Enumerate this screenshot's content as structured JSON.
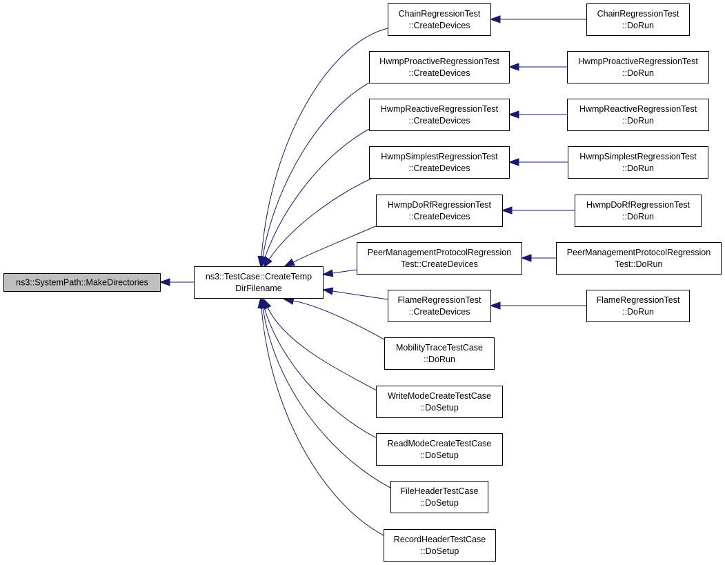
{
  "colors": {
    "edge": "#191970",
    "node_border": "#000000",
    "node_fill": "#ffffff",
    "root_fill": "#bfbfbf",
    "text": "#000000"
  },
  "nodes": {
    "make_directories": {
      "lines": [
        "ns3::SystemPath::MakeDirectories"
      ]
    },
    "create_temp_dir_filename": {
      "lines": [
        "ns3::TestCase::CreateTemp",
        "DirFilename"
      ]
    },
    "chain_create": {
      "lines": [
        "ChainRegressionTest",
        "::CreateDevices"
      ]
    },
    "proactive_create": {
      "lines": [
        "HwmpProactiveRegressionTest",
        "::CreateDevices"
      ]
    },
    "reactive_create": {
      "lines": [
        "HwmpReactiveRegressionTest",
        "::CreateDevices"
      ]
    },
    "simplest_create": {
      "lines": [
        "HwmpSimplestRegressionTest",
        "::CreateDevices"
      ]
    },
    "dorf_create": {
      "lines": [
        "HwmpDoRfRegressionTest",
        "::CreateDevices"
      ]
    },
    "peer_create": {
      "lines": [
        "PeerManagementProtocolRegression",
        "Test::CreateDevices"
      ]
    },
    "flame_create": {
      "lines": [
        "FlameRegressionTest",
        "::CreateDevices"
      ]
    },
    "mobility_dorun": {
      "lines": [
        "MobilityTraceTestCase",
        "::DoRun"
      ]
    },
    "writemode_dosetup": {
      "lines": [
        "WriteModeCreateTestCase",
        "::DoSetup"
      ]
    },
    "readmode_dosetup": {
      "lines": [
        "ReadModeCreateTestCase",
        "::DoSetup"
      ]
    },
    "fileheader_dosetup": {
      "lines": [
        "FileHeaderTestCase",
        "::DoSetup"
      ]
    },
    "recordheader_dosetup": {
      "lines": [
        "RecordHeaderTestCase",
        "::DoSetup"
      ]
    },
    "chain_dorun": {
      "lines": [
        "ChainRegressionTest",
        "::DoRun"
      ]
    },
    "proactive_dorun": {
      "lines": [
        "HwmpProactiveRegressionTest",
        "::DoRun"
      ]
    },
    "reactive_dorun": {
      "lines": [
        "HwmpReactiveRegressionTest",
        "::DoRun"
      ]
    },
    "simplest_dorun": {
      "lines": [
        "HwmpSimplestRegressionTest",
        "::DoRun"
      ]
    },
    "dorf_dorun": {
      "lines": [
        "HwmpDoRfRegressionTest",
        "::DoRun"
      ]
    },
    "peer_dorun": {
      "lines": [
        "PeerManagementProtocolRegression",
        "Test::DoRun"
      ]
    },
    "flame_dorun": {
      "lines": [
        "FlameRegressionTest",
        "::DoRun"
      ]
    }
  },
  "edges": [
    {
      "from": "create_temp_dir_filename",
      "to": "make_directories"
    },
    {
      "from": "chain_create",
      "to": "create_temp_dir_filename"
    },
    {
      "from": "proactive_create",
      "to": "create_temp_dir_filename"
    },
    {
      "from": "reactive_create",
      "to": "create_temp_dir_filename"
    },
    {
      "from": "simplest_create",
      "to": "create_temp_dir_filename"
    },
    {
      "from": "dorf_create",
      "to": "create_temp_dir_filename"
    },
    {
      "from": "peer_create",
      "to": "create_temp_dir_filename"
    },
    {
      "from": "flame_create",
      "to": "create_temp_dir_filename"
    },
    {
      "from": "mobility_dorun",
      "to": "create_temp_dir_filename"
    },
    {
      "from": "writemode_dosetup",
      "to": "create_temp_dir_filename"
    },
    {
      "from": "readmode_dosetup",
      "to": "create_temp_dir_filename"
    },
    {
      "from": "fileheader_dosetup",
      "to": "create_temp_dir_filename"
    },
    {
      "from": "recordheader_dosetup",
      "to": "create_temp_dir_filename"
    },
    {
      "from": "chain_dorun",
      "to": "chain_create"
    },
    {
      "from": "proactive_dorun",
      "to": "proactive_create"
    },
    {
      "from": "reactive_dorun",
      "to": "reactive_create"
    },
    {
      "from": "simplest_dorun",
      "to": "simplest_create"
    },
    {
      "from": "dorf_dorun",
      "to": "dorf_create"
    },
    {
      "from": "peer_dorun",
      "to": "peer_create"
    },
    {
      "from": "flame_dorun",
      "to": "flame_create"
    }
  ]
}
